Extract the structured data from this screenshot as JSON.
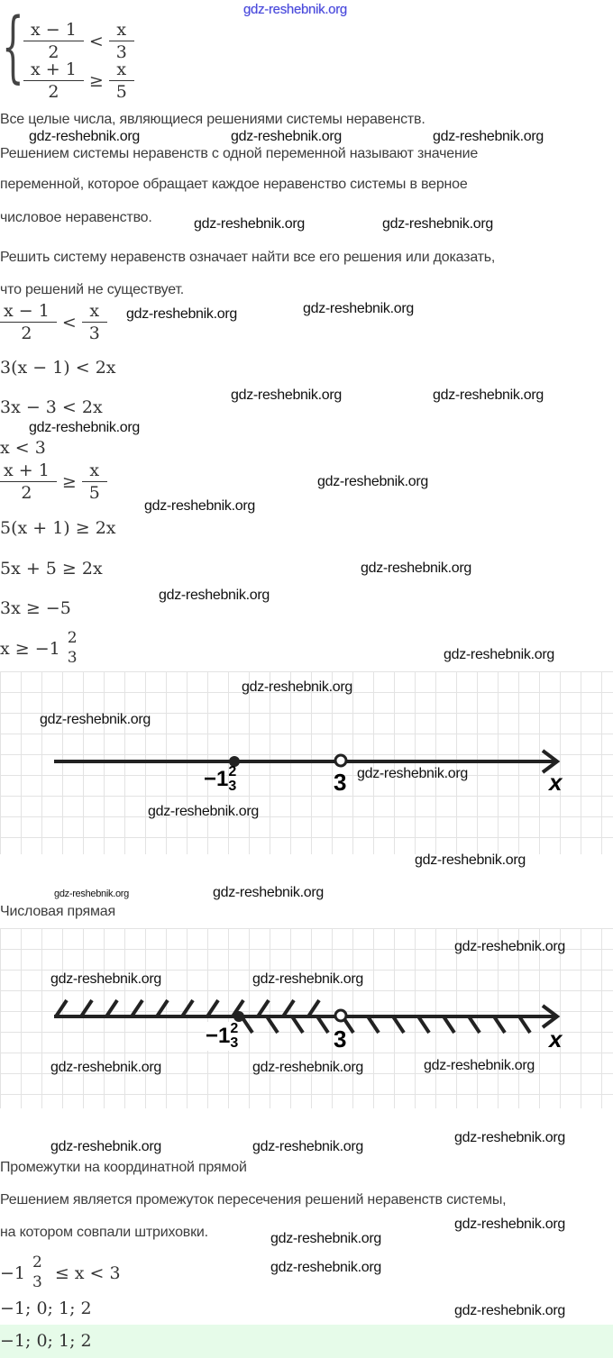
{
  "watermark": "gdz-reshebnik.org",
  "system": {
    "eq1": {
      "num": "x − 1",
      "den": "2",
      "op": "<",
      "rnum": "x",
      "rden": "3"
    },
    "eq2": {
      "num": "x + 1",
      "den": "2",
      "op": "≥",
      "rnum": "x",
      "rden": "5"
    }
  },
  "task": "Все целые числа, являющиеся решениями системы неравенств.",
  "theory": [
    "Решением системы неравенств с одной переменной называют значение",
    "переменной, которое обращает каждое неравенство системы в верное",
    "числовое неравенство.",
    "Решить систему неравенств означает найти все его решения или доказать,",
    "что решений не существует."
  ],
  "steps1": {
    "frac": {
      "num": "x − 1",
      "den": "2",
      "op": "<",
      "rnum": "x",
      "rden": "3"
    },
    "s1": "3(x − 1)  <  2x",
    "s2": "3x − 3  <  2x",
    "s3": "x  <  3"
  },
  "steps2": {
    "frac": {
      "num": "x + 1",
      "den": "2",
      "op": "≥",
      "rnum": "x",
      "rden": "5"
    },
    "s1": "5(x + 1)  ≥  2x",
    "s2": "5x + 5  ≥  2x",
    "s3": "3x  ≥  −5",
    "s4_left": "x  ≥  −1",
    "s4_num": "2",
    "s4_den": "3"
  },
  "numberline": {
    "point1_whole": "−1",
    "point1_num": "2",
    "point1_den": "3",
    "point2": "3",
    "axis": "x"
  },
  "caption1": "Числовая прямая",
  "caption2": "Промежутки на координатной прямой",
  "conclusion": [
    "Решением является промежуток пересечения решений неравенств системы,",
    "на котором совпали штриховки."
  ],
  "interval": {
    "left": "−1",
    "num": "2",
    "den": "3",
    "rest": "≤  x  <  3"
  },
  "integers": "−1;  0;  1;  2",
  "answer": "−1;  0;  1;  2",
  "colors": {
    "answer_bg": "#e6fbe9",
    "watermark_top": "#4a4ad8"
  }
}
